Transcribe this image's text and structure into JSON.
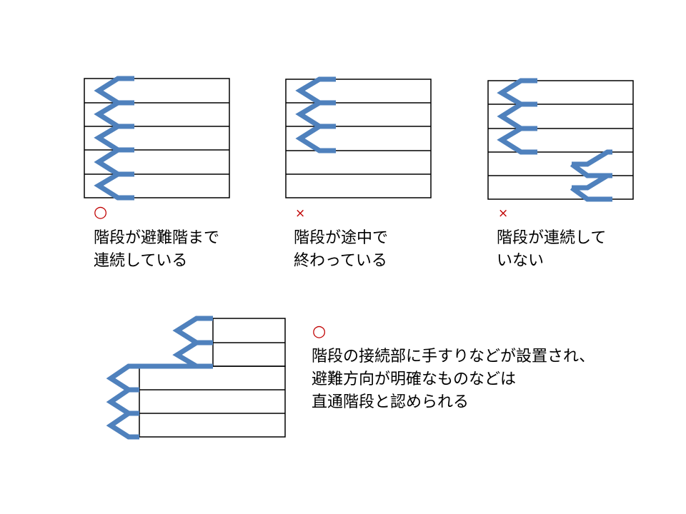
{
  "colors": {
    "stair_symbol": "#4f81bd",
    "floor_line": "#000000",
    "mark": "#c00000",
    "text": "#000000"
  },
  "panels": [
    {
      "mark": "○",
      "mark_type": "circle",
      "text_lines": [
        "階段が避難階まで",
        "連続している"
      ]
    },
    {
      "mark": "×",
      "mark_type": "cross",
      "text_lines": [
        "階段が途中で",
        "終わっている"
      ]
    },
    {
      "mark": "×",
      "mark_type": "cross",
      "text_lines": [
        "階段が連続して",
        "いない"
      ]
    },
    {
      "mark": "○",
      "mark_type": "circle",
      "text_lines": [
        "階段の接続部に手すりなどが設置され、",
        "避難方向が明確なものなどは",
        "直通階段と認められる"
      ]
    }
  ]
}
